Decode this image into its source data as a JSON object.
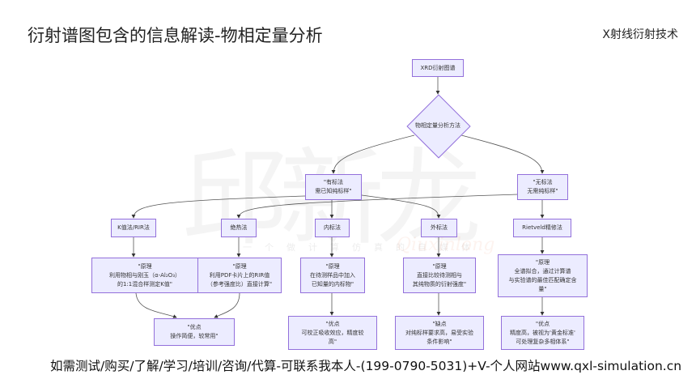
{
  "header": {
    "title": "衍射谱图包含的信息解读-物相定量分析",
    "topic": "X射线衍射技术"
  },
  "watermark": {
    "text": "一个做计算仿真的自媒体",
    "signature": "Qiuxinlong"
  },
  "diagram": {
    "root": "XRD衍射图谱",
    "decision": "物相定量分析方法",
    "with_standard": "\"有标法\n需已知纯标样\"",
    "without_standard": "\"无标法\n无需纯标样\"",
    "methods": {
      "k_value": "K值法/RIR法",
      "adiabatic": "绝热法",
      "internal": "内标法",
      "external": "外标法",
      "rietveld": "Rietveld精修法"
    },
    "principles": {
      "k_value": "\"原理\n利用物相与刚玉（α-Al₂O₃）\n的1:1混合样测定K值\"",
      "adiabatic": "\"原理\n利用PDF卡片上的RIR值\n（参考强度比）直接计算\"",
      "internal": "\"原理\n在待测样品中加入\n已知量的内标物\"",
      "external": "\"原理\n直接比较待测相与\n其纯物质的衍射强度\"",
      "rietveld": "\"原理\n全谱拟合，通过计算谱\n与实验谱的最佳匹配确定含\n量\""
    },
    "outcomes": {
      "shared_advantage": "\"优点\n操作简便，较常用\"",
      "internal_advantage": "\"优点\n可校正吸收效应，精度较\n高\"",
      "external_disadvantage": "\"缺点\n对纯标样要求高，易受实验\n条件影响\"",
      "rietveld_advantage": "\"优点\n精度高，被视为'黄金标准'\n可处理复杂多相体系\""
    }
  },
  "footer": {
    "text": "如需测试/购买/了解/学习/培训/咨询/代算-可联系我本人-(199-0790-5031)+V-个人网站www.qxl-simulation.cn"
  }
}
